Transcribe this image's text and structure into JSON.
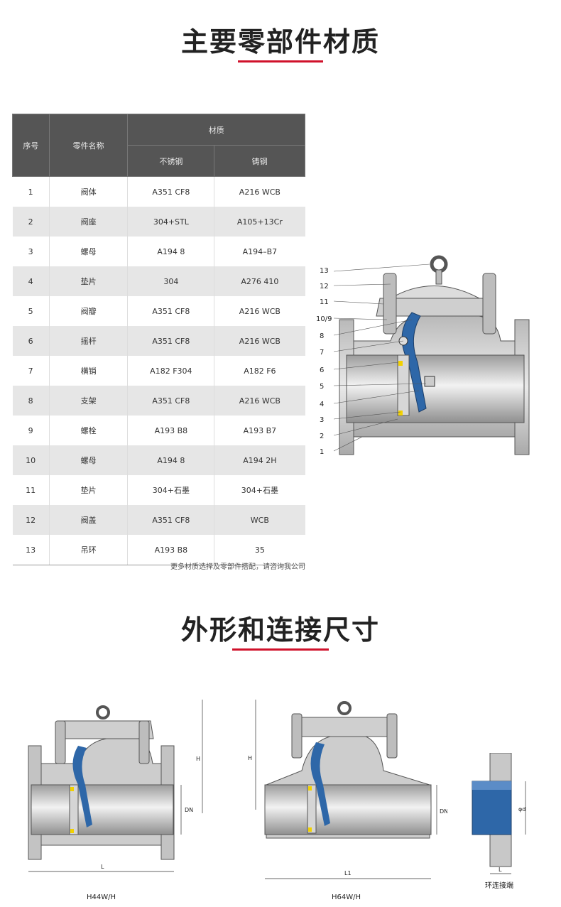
{
  "section1": {
    "title": "主要零部件材质"
  },
  "table": {
    "headers": {
      "no": "序号",
      "name": "零件名称",
      "material": "材质",
      "stainless": "不锈钢",
      "cast": "铸钢"
    },
    "rows": [
      {
        "no": "1",
        "name": "阀体",
        "stainless": "A351 CF8",
        "cast": "A216 WCB"
      },
      {
        "no": "2",
        "name": "阀座",
        "stainless": "304+STL",
        "cast": "A105+13Cr"
      },
      {
        "no": "3",
        "name": "螺母",
        "stainless": "A194 8",
        "cast": "A194–B7"
      },
      {
        "no": "4",
        "name": "垫片",
        "stainless": "304",
        "cast": "A276 410"
      },
      {
        "no": "5",
        "name": "阀瓣",
        "stainless": "A351 CF8",
        "cast": "A216 WCB"
      },
      {
        "no": "6",
        "name": "摇杆",
        "stainless": "A351  CF8",
        "cast": "A216 WCB"
      },
      {
        "no": "7",
        "name": "横销",
        "stainless": "A182 F304",
        "cast": "A182 F6"
      },
      {
        "no": "8",
        "name": "支架",
        "stainless": "A351 CF8",
        "cast": "A216 WCB"
      },
      {
        "no": "9",
        "name": "螺栓",
        "stainless": "A193 B8",
        "cast": "A193 B7"
      },
      {
        "no": "10",
        "name": "螺母",
        "stainless": "A194 8",
        "cast": "A194 2H"
      },
      {
        "no": "11",
        "name": "垫片",
        "stainless": "304+石墨",
        "cast": "304+石墨"
      },
      {
        "no": "12",
        "name": "阀盖",
        "stainless": "A351 CF8",
        "cast": "WCB"
      },
      {
        "no": "13",
        "name": "吊环",
        "stainless": "A193 B8",
        "cast": "35"
      }
    ],
    "note": "更多材质选择及零部件搭配，请咨询我公司"
  },
  "callouts": [
    "13",
    "12",
    "11",
    "10/9",
    "8",
    "7",
    "6",
    "5",
    "4",
    "3",
    "2",
    "1"
  ],
  "section2": {
    "title": "外形和连接尺寸"
  },
  "drawings": {
    "h44": {
      "caption": "H44W/H",
      "h": "H",
      "dn": "DN",
      "l": "L"
    },
    "h64": {
      "caption": "H64W/H",
      "h": "H",
      "dn": "DN",
      "l": "L1"
    },
    "ring": {
      "caption": "环连接端",
      "d": "φd",
      "l": "L"
    }
  },
  "colors": {
    "accent": "#d0112b",
    "header_bg": "#555555",
    "stripe": "#e6e6e6",
    "steel": "#c8c8c8",
    "blue": "#2e67a8",
    "yellow": "#f2d100"
  }
}
